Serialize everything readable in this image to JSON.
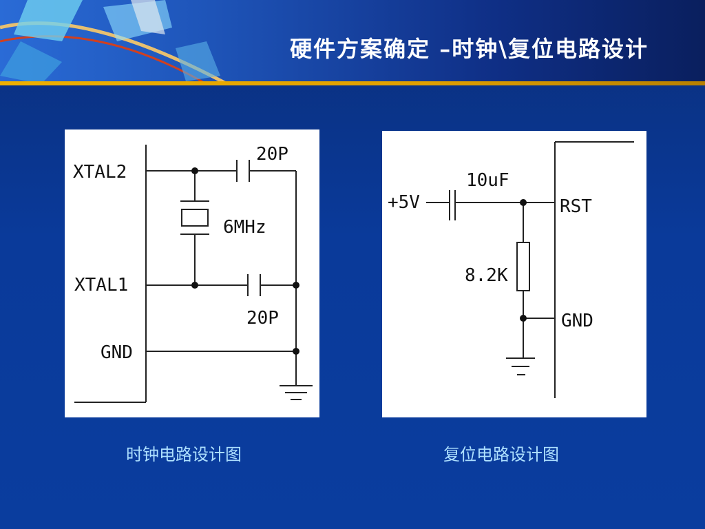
{
  "slide": {
    "title": "硬件方案确定 –时钟\\复位电路设计"
  },
  "clock_circuit": {
    "caption": "时钟电路设计图",
    "labels": {
      "xtal2": "XTAL2",
      "xtal1": "XTAL1",
      "gnd": "GND",
      "cap_top": "20P",
      "cap_bottom": "20P",
      "crystal": "6MHz"
    }
  },
  "reset_circuit": {
    "caption": "复位电路设计图",
    "labels": {
      "vcc": "+5V",
      "cap": "10uF",
      "resistor": "8.2K",
      "rst": "RST",
      "gnd": "GND"
    }
  },
  "colors": {
    "background": "#0a3a9a",
    "caption": "#aee0ff",
    "accent_stripe": "#f0b000"
  }
}
